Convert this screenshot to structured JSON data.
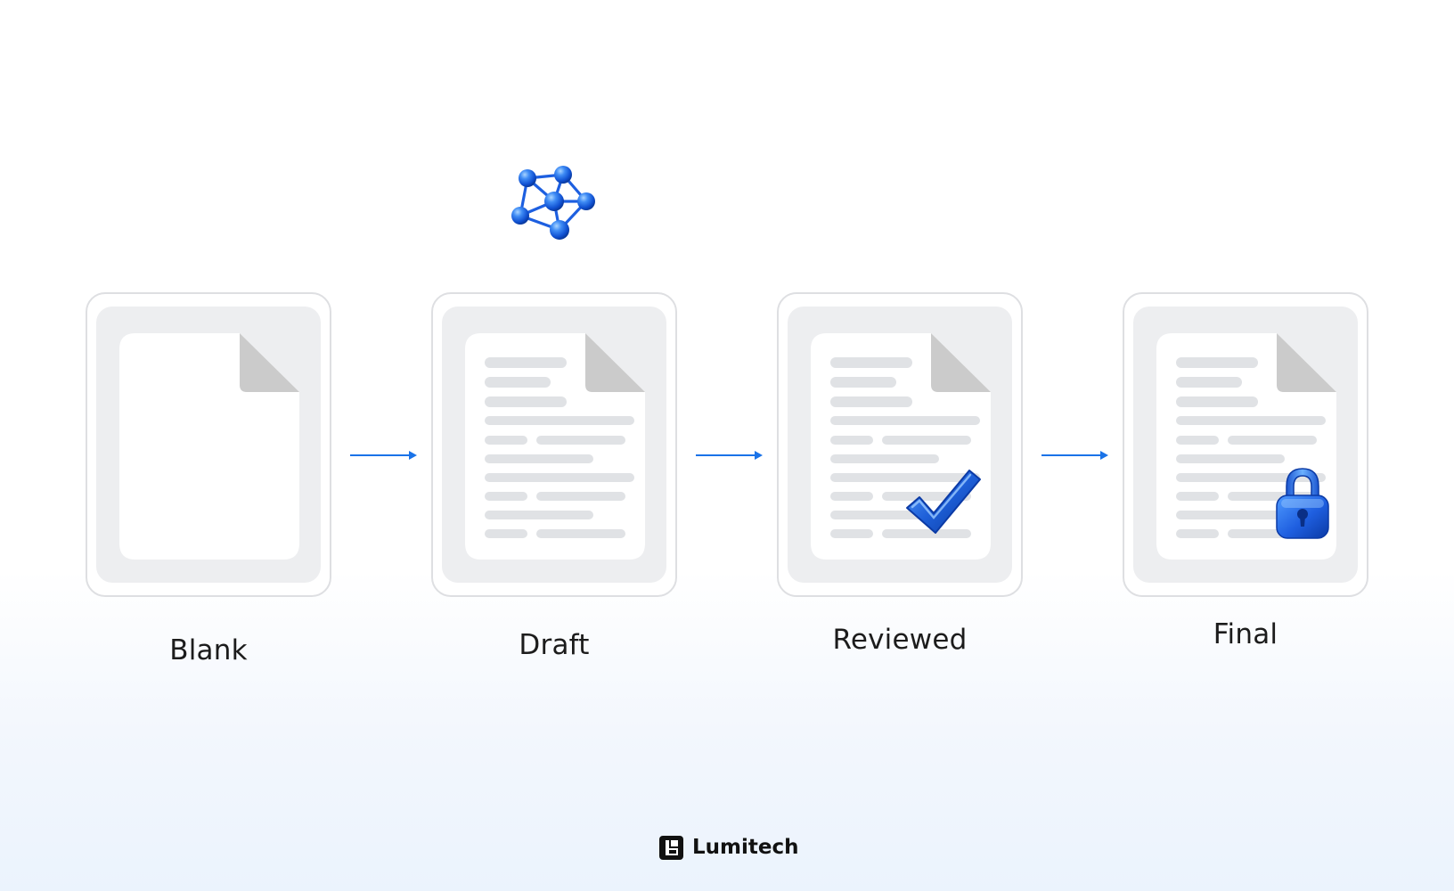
{
  "stages": [
    {
      "label": "Blank",
      "state": "empty"
    },
    {
      "label": "Draft",
      "state": "text"
    },
    {
      "label": "Reviewed",
      "state": "text"
    },
    {
      "label": "Final",
      "state": "text"
    }
  ],
  "icons": {
    "draft_overlay": "molecule-network-icon",
    "reviewed_overlay": "checkmark-icon",
    "final_overlay": "padlock-icon",
    "arrow": "arrow-right-icon"
  },
  "brand": {
    "name": "Lumitech"
  },
  "colors": {
    "accent_blue": "#1a73e8",
    "icon_blue": "#1e5fd8",
    "card_border": "#dedfe2",
    "card_fill": "#edeef0",
    "text_line": "#e0e2e5",
    "page_fold": "#cbcbcb",
    "label_text": "#1c1c1c"
  }
}
